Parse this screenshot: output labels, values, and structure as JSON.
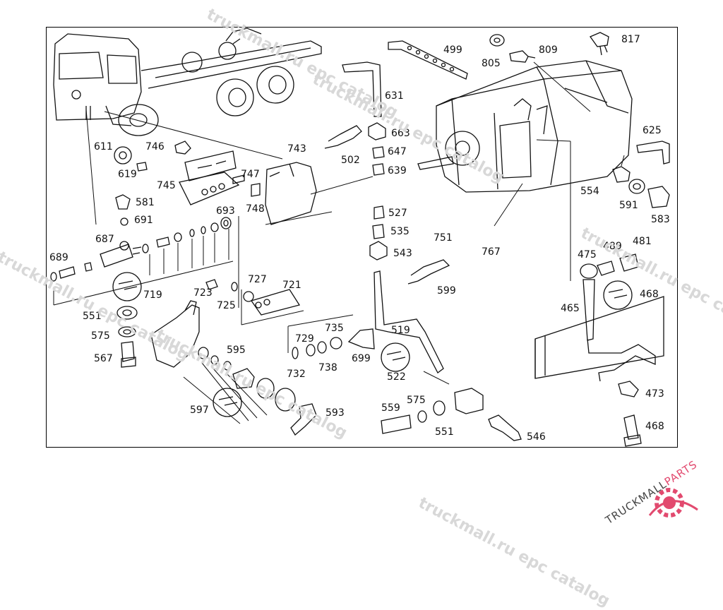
{
  "watermark": {
    "texts": [
      "truckmall.ru epc catalog",
      "truckmall.ru epc catalog",
      "truckmall.ru epc catalog",
      "truckmall.ru epc catalog",
      "truckmall.ru epc catalog",
      "truckmall.ru epc catalog"
    ]
  },
  "brand": {
    "name_part1": "TRUCKMALL",
    "name_part2": "PARTS",
    "accent_color": "#e24a6f"
  },
  "diagram": {
    "callouts": [
      "499",
      "805",
      "809",
      "817",
      "631",
      "663",
      "647",
      "639",
      "502",
      "743",
      "746",
      "611",
      "619",
      "745",
      "747",
      "748",
      "581",
      "691",
      "693",
      "687",
      "689",
      "527",
      "535",
      "543",
      "751",
      "767",
      "625",
      "554",
      "591",
      "583",
      "475",
      "489",
      "481",
      "468",
      "465",
      "719",
      "723",
      "725",
      "727",
      "721",
      "551",
      "575",
      "567",
      "599",
      "519",
      "735",
      "729",
      "699",
      "732",
      "738",
      "522",
      "595",
      "597",
      "593",
      "559",
      "575",
      "551",
      "546",
      "473",
      "468"
    ]
  }
}
